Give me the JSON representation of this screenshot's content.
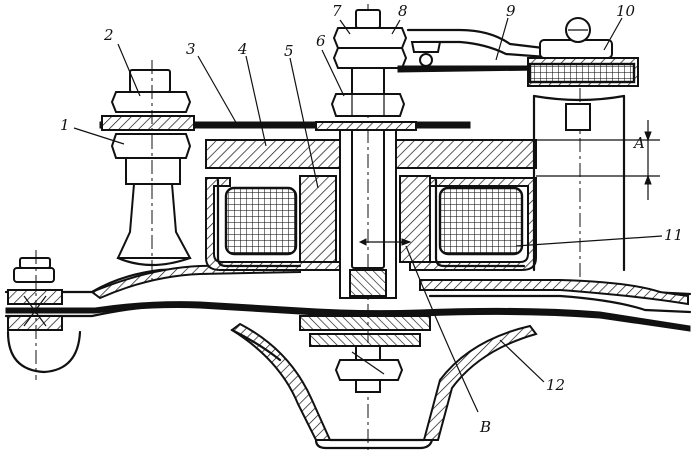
{
  "figure": {
    "callouts": [
      {
        "id": "1",
        "text": "1"
      },
      {
        "id": "2",
        "text": "2"
      },
      {
        "id": "3",
        "text": "3"
      },
      {
        "id": "4",
        "text": "4"
      },
      {
        "id": "5",
        "text": "5"
      },
      {
        "id": "6",
        "text": "6"
      },
      {
        "id": "7",
        "text": "7"
      },
      {
        "id": "8",
        "text": "8"
      },
      {
        "id": "9",
        "text": "9"
      },
      {
        "id": "10",
        "text": "10"
      },
      {
        "id": "11",
        "text": "11"
      },
      {
        "id": "12",
        "text": "12"
      }
    ],
    "dimension_labels": {
      "a": "A",
      "b": "B"
    }
  }
}
